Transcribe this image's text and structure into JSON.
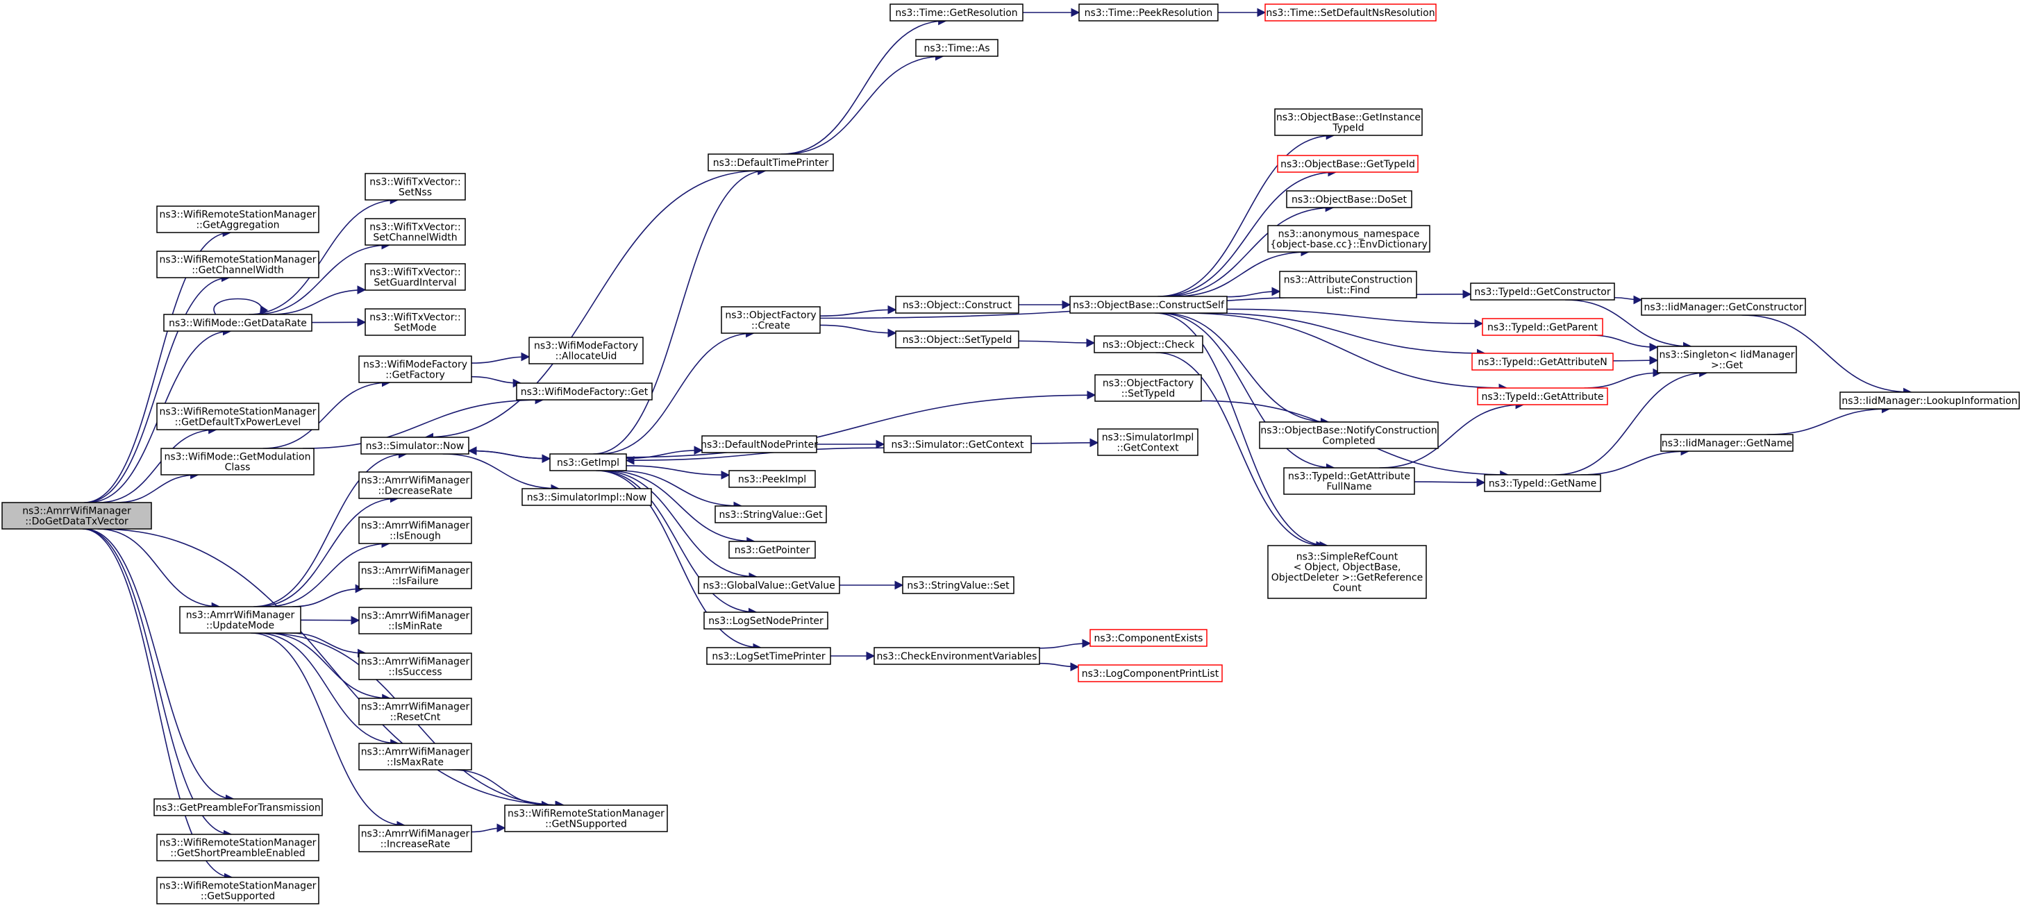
{
  "diagram": {
    "colors": {
      "edge": "#191970",
      "border": "#000000",
      "missing_border": "#ff0000",
      "root_fill": "#bfbfbf",
      "background": "#ffffff"
    },
    "nodes": [
      {
        "id": "root",
        "lines": [
          "ns3::AmrrWifiManager",
          "::DoGetDataTxVector"
        ],
        "root": true
      },
      {
        "id": "getAggregation",
        "lines": [
          "ns3::WifiRemoteStationManager",
          "::GetAggregation"
        ]
      },
      {
        "id": "getChannelWidth",
        "lines": [
          "ns3::WifiRemoteStationManager",
          "::GetChannelWidth"
        ]
      },
      {
        "id": "getDataRate",
        "lines": [
          "ns3::WifiMode::GetDataRate"
        ]
      },
      {
        "id": "getDefaultTxPowerLevel",
        "lines": [
          "ns3::WifiRemoteStationManager",
          "::GetDefaultTxPowerLevel"
        ]
      },
      {
        "id": "getModulationClass",
        "lines": [
          "ns3::WifiMode::GetModulation",
          "Class"
        ]
      },
      {
        "id": "updateMode",
        "lines": [
          "ns3::AmrrWifiManager",
          "::UpdateMode"
        ]
      },
      {
        "id": "getPreamble",
        "lines": [
          "ns3::GetPreambleForTransmission"
        ]
      },
      {
        "id": "getShortPreamble",
        "lines": [
          "ns3::WifiRemoteStationManager",
          "::GetShortPreambleEnabled"
        ]
      },
      {
        "id": "getSupported",
        "lines": [
          "ns3::WifiRemoteStationManager",
          "::GetSupported"
        ]
      },
      {
        "id": "setNss",
        "lines": [
          "ns3::WifiTxVector::",
          "SetNss"
        ]
      },
      {
        "id": "setChannelWidth",
        "lines": [
          "ns3::WifiTxVector::",
          "SetChannelWidth"
        ]
      },
      {
        "id": "setGuardInterval",
        "lines": [
          "ns3::WifiTxVector::",
          "SetGuardInterval"
        ]
      },
      {
        "id": "setMode",
        "lines": [
          "ns3::WifiTxVector::",
          "SetMode"
        ]
      },
      {
        "id": "getFactory",
        "lines": [
          "ns3::WifiModeFactory",
          "::GetFactory"
        ]
      },
      {
        "id": "allocateUid",
        "lines": [
          "ns3::WifiModeFactory",
          "::AllocateUid"
        ]
      },
      {
        "id": "wmfGet",
        "lines": [
          "ns3::WifiModeFactory::Get"
        ]
      },
      {
        "id": "simNow",
        "lines": [
          "ns3::Simulator::Now"
        ]
      },
      {
        "id": "decreaseRate",
        "lines": [
          "ns3::AmrrWifiManager",
          "::DecreaseRate"
        ]
      },
      {
        "id": "isEnough",
        "lines": [
          "ns3::AmrrWifiManager",
          "::IsEnough"
        ]
      },
      {
        "id": "isFailure",
        "lines": [
          "ns3::AmrrWifiManager",
          "::IsFailure"
        ]
      },
      {
        "id": "isMinRate",
        "lines": [
          "ns3::AmrrWifiManager",
          "::IsMinRate"
        ]
      },
      {
        "id": "isSuccess",
        "lines": [
          "ns3::AmrrWifiManager",
          "::IsSuccess"
        ]
      },
      {
        "id": "resetCnt",
        "lines": [
          "ns3::AmrrWifiManager",
          "::ResetCnt"
        ]
      },
      {
        "id": "isMaxRate",
        "lines": [
          "ns3::AmrrWifiManager",
          "::IsMaxRate"
        ]
      },
      {
        "id": "increaseRate",
        "lines": [
          "ns3::AmrrWifiManager",
          "::IncreaseRate"
        ]
      },
      {
        "id": "getNSupported",
        "lines": [
          "ns3::WifiRemoteStationManager",
          "::GetNSupported"
        ]
      },
      {
        "id": "getImpl",
        "lines": [
          "ns3::GetImpl"
        ]
      },
      {
        "id": "simImplNow",
        "lines": [
          "ns3::SimulatorImpl::Now"
        ]
      },
      {
        "id": "defaultTimePrinter",
        "lines": [
          "ns3::DefaultTimePrinter"
        ]
      },
      {
        "id": "objFactoryCreate",
        "lines": [
          "ns3::ObjectFactory",
          "::Create"
        ]
      },
      {
        "id": "defaultNodePrinter",
        "lines": [
          "ns3::DefaultNodePrinter"
        ]
      },
      {
        "id": "peekImpl",
        "lines": [
          "ns3::PeekImpl"
        ]
      },
      {
        "id": "stringValueGet",
        "lines": [
          "ns3::StringValue::Get"
        ]
      },
      {
        "id": "getPointer",
        "lines": [
          "ns3::GetPointer"
        ]
      },
      {
        "id": "globalValueGetValue",
        "lines": [
          "ns3::GlobalValue::GetValue"
        ]
      },
      {
        "id": "logSetNodePrinter",
        "lines": [
          "ns3::LogSetNodePrinter"
        ]
      },
      {
        "id": "logSetTimePrinter",
        "lines": [
          "ns3::LogSetTimePrinter"
        ]
      },
      {
        "id": "timeGetResolution",
        "lines": [
          "ns3::Time::GetResolution"
        ]
      },
      {
        "id": "timeAs",
        "lines": [
          "ns3::Time::As"
        ]
      },
      {
        "id": "timePeekResolution",
        "lines": [
          "ns3::Time::PeekResolution"
        ]
      },
      {
        "id": "timeSetDefaultNsResolution",
        "lines": [
          "ns3::Time::SetDefaultNsResolution"
        ],
        "missing": true
      },
      {
        "id": "objectConstruct",
        "lines": [
          "ns3::Object::Construct"
        ]
      },
      {
        "id": "objectSetTypeId",
        "lines": [
          "ns3::Object::SetTypeId"
        ]
      },
      {
        "id": "simGetContext",
        "lines": [
          "ns3::Simulator::GetContext"
        ]
      },
      {
        "id": "stringValueSet",
        "lines": [
          "ns3::StringValue::Set"
        ]
      },
      {
        "id": "checkEnvVars",
        "lines": [
          "ns3::CheckEnvironmentVariables"
        ]
      },
      {
        "id": "componentExists",
        "lines": [
          "ns3::ComponentExists"
        ],
        "missing": true
      },
      {
        "id": "logComponentPrintList",
        "lines": [
          "ns3::LogComponentPrintList"
        ],
        "missing": true
      },
      {
        "id": "constructSelf",
        "lines": [
          "ns3::ObjectBase::ConstructSelf"
        ]
      },
      {
        "id": "objectCheck",
        "lines": [
          "ns3::Object::Check"
        ]
      },
      {
        "id": "objFactorySetTypeId",
        "lines": [
          "ns3::ObjectFactory",
          "::SetTypeId"
        ]
      },
      {
        "id": "simImplGetContext",
        "lines": [
          "ns3::SimulatorImpl",
          "::GetContext"
        ]
      },
      {
        "id": "getInstanceTypeId",
        "lines": [
          "ns3::ObjectBase::GetInstance",
          "TypeId"
        ]
      },
      {
        "id": "objBaseGetTypeId",
        "lines": [
          "ns3::ObjectBase::GetTypeId"
        ],
        "missing": true
      },
      {
        "id": "objBaseDoSet",
        "lines": [
          "ns3::ObjectBase::DoSet"
        ]
      },
      {
        "id": "envDictionary",
        "lines": [
          "ns3::anonymous_namespace",
          "{object-base.cc}::EnvDictionary"
        ]
      },
      {
        "id": "attrConstructionFind",
        "lines": [
          "ns3::AttributeConstruction",
          "List::Find"
        ]
      },
      {
        "id": "notifyConstructionCompleted",
        "lines": [
          "ns3::ObjectBase::NotifyConstruction",
          "Completed"
        ]
      },
      {
        "id": "getAttributeFullName",
        "lines": [
          "ns3::TypeId::GetAttribute",
          "FullName"
        ]
      },
      {
        "id": "simpleRefCount",
        "lines": [
          "ns3::SimpleRefCount",
          "< Object, ObjectBase,",
          "ObjectDeleter >::GetReference",
          "Count"
        ]
      },
      {
        "id": "typeIdGetConstructor",
        "lines": [
          "ns3::TypeId::GetConstructor"
        ]
      },
      {
        "id": "typeIdGetParent",
        "lines": [
          "ns3::TypeId::GetParent"
        ],
        "missing": true
      },
      {
        "id": "typeIdGetAttributeN",
        "lines": [
          "ns3::TypeId::GetAttributeN"
        ],
        "missing": true
      },
      {
        "id": "typeIdGetAttribute",
        "lines": [
          "ns3::TypeId::GetAttribute"
        ],
        "missing": true
      },
      {
        "id": "typeIdGetName",
        "lines": [
          "ns3::TypeId::GetName"
        ]
      },
      {
        "id": "iidGetConstructor",
        "lines": [
          "ns3::IidManager::GetConstructor"
        ]
      },
      {
        "id": "singletonGet",
        "lines": [
          "ns3::Singleton< IidManager",
          ">::Get"
        ]
      },
      {
        "id": "iidGetName",
        "lines": [
          "ns3::IidManager::GetName"
        ]
      },
      {
        "id": "lookupInformation",
        "lines": [
          "ns3::IidManager::LookupInformation"
        ]
      }
    ],
    "edges": [
      [
        "root",
        "getAggregation"
      ],
      [
        "root",
        "getChannelWidth"
      ],
      [
        "root",
        "getDataRate"
      ],
      [
        "root",
        "getDefaultTxPowerLevel"
      ],
      [
        "root",
        "getModulationClass"
      ],
      [
        "root",
        "updateMode"
      ],
      [
        "root",
        "getPreamble"
      ],
      [
        "root",
        "getShortPreamble"
      ],
      [
        "root",
        "getSupported"
      ],
      [
        "root",
        "getNSupported"
      ],
      [
        "getDataRate",
        "setNss"
      ],
      [
        "getDataRate",
        "setChannelWidth"
      ],
      [
        "getDataRate",
        "setGuardInterval"
      ],
      [
        "getDataRate",
        "setMode"
      ],
      [
        "getModulationClass",
        "getFactory"
      ],
      [
        "getModulationClass",
        "wmfGet"
      ],
      [
        "getFactory",
        "allocateUid"
      ],
      [
        "getFactory",
        "wmfGet"
      ],
      [
        "updateMode",
        "simNow"
      ],
      [
        "updateMode",
        "decreaseRate"
      ],
      [
        "updateMode",
        "isEnough"
      ],
      [
        "updateMode",
        "isFailure"
      ],
      [
        "updateMode",
        "isMinRate"
      ],
      [
        "updateMode",
        "isSuccess"
      ],
      [
        "updateMode",
        "resetCnt"
      ],
      [
        "updateMode",
        "isMaxRate"
      ],
      [
        "updateMode",
        "increaseRate"
      ],
      [
        "updateMode",
        "getNSupported"
      ],
      [
        "isMaxRate",
        "getNSupported"
      ],
      [
        "increaseRate",
        "getNSupported"
      ],
      [
        "simNow",
        "getImpl"
      ],
      [
        "simNow",
        "simImplNow"
      ],
      [
        "getImpl",
        "defaultTimePrinter"
      ],
      [
        "getImpl",
        "objFactoryCreate"
      ],
      [
        "getImpl",
        "defaultNodePrinter"
      ],
      [
        "getImpl",
        "peekImpl"
      ],
      [
        "getImpl",
        "stringValueGet"
      ],
      [
        "getImpl",
        "getPointer"
      ],
      [
        "getImpl",
        "globalValueGetValue"
      ],
      [
        "getImpl",
        "logSetNodePrinter"
      ],
      [
        "getImpl",
        "logSetTimePrinter"
      ],
      [
        "getImpl",
        "objFactorySetTypeId"
      ],
      [
        "getImpl",
        "simNow"
      ],
      [
        "defaultTimePrinter",
        "timeGetResolution"
      ],
      [
        "defaultTimePrinter",
        "timeAs"
      ],
      [
        "defaultTimePrinter",
        "simNow"
      ],
      [
        "timeGetResolution",
        "timePeekResolution"
      ],
      [
        "timePeekResolution",
        "timeSetDefaultNsResolution"
      ],
      [
        "objFactoryCreate",
        "objectConstruct"
      ],
      [
        "objFactoryCreate",
        "objectSetTypeId"
      ],
      [
        "objFactoryCreate",
        "typeIdGetConstructor"
      ],
      [
        "objectConstruct",
        "constructSelf"
      ],
      [
        "objectSetTypeId",
        "objectCheck"
      ],
      [
        "defaultNodePrinter",
        "simGetContext"
      ],
      [
        "simGetContext",
        "simImplGetContext"
      ],
      [
        "simGetContext",
        "getImpl"
      ],
      [
        "globalValueGetValue",
        "stringValueSet"
      ],
      [
        "logSetTimePrinter",
        "checkEnvVars"
      ],
      [
        "checkEnvVars",
        "componentExists"
      ],
      [
        "checkEnvVars",
        "logComponentPrintList"
      ],
      [
        "constructSelf",
        "getInstanceTypeId"
      ],
      [
        "constructSelf",
        "objBaseGetTypeId"
      ],
      [
        "constructSelf",
        "objBaseDoSet"
      ],
      [
        "constructSelf",
        "envDictionary"
      ],
      [
        "constructSelf",
        "attrConstructionFind"
      ],
      [
        "constructSelf",
        "typeIdGetParent"
      ],
      [
        "constructSelf",
        "typeIdGetAttributeN"
      ],
      [
        "constructSelf",
        "typeIdGetAttribute"
      ],
      [
        "constructSelf",
        "notifyConstructionCompleted"
      ],
      [
        "constructSelf",
        "getAttributeFullName"
      ],
      [
        "constructSelf",
        "simpleRefCount"
      ],
      [
        "objectCheck",
        "simpleRefCount"
      ],
      [
        "objFactorySetTypeId",
        "typeIdGetName"
      ],
      [
        "getAttributeFullName",
        "typeIdGetAttribute"
      ],
      [
        "getAttributeFullName",
        "typeIdGetName"
      ],
      [
        "typeIdGetConstructor",
        "iidGetConstructor"
      ],
      [
        "typeIdGetConstructor",
        "singletonGet"
      ],
      [
        "typeIdGetParent",
        "singletonGet"
      ],
      [
        "typeIdGetAttributeN",
        "singletonGet"
      ],
      [
        "typeIdGetAttribute",
        "singletonGet"
      ],
      [
        "typeIdGetName",
        "singletonGet"
      ],
      [
        "typeIdGetName",
        "iidGetName"
      ],
      [
        "iidGetConstructor",
        "lookupInformation"
      ],
      [
        "iidGetName",
        "lookupInformation"
      ],
      [
        "getDataRate",
        "getDataRate"
      ]
    ]
  }
}
